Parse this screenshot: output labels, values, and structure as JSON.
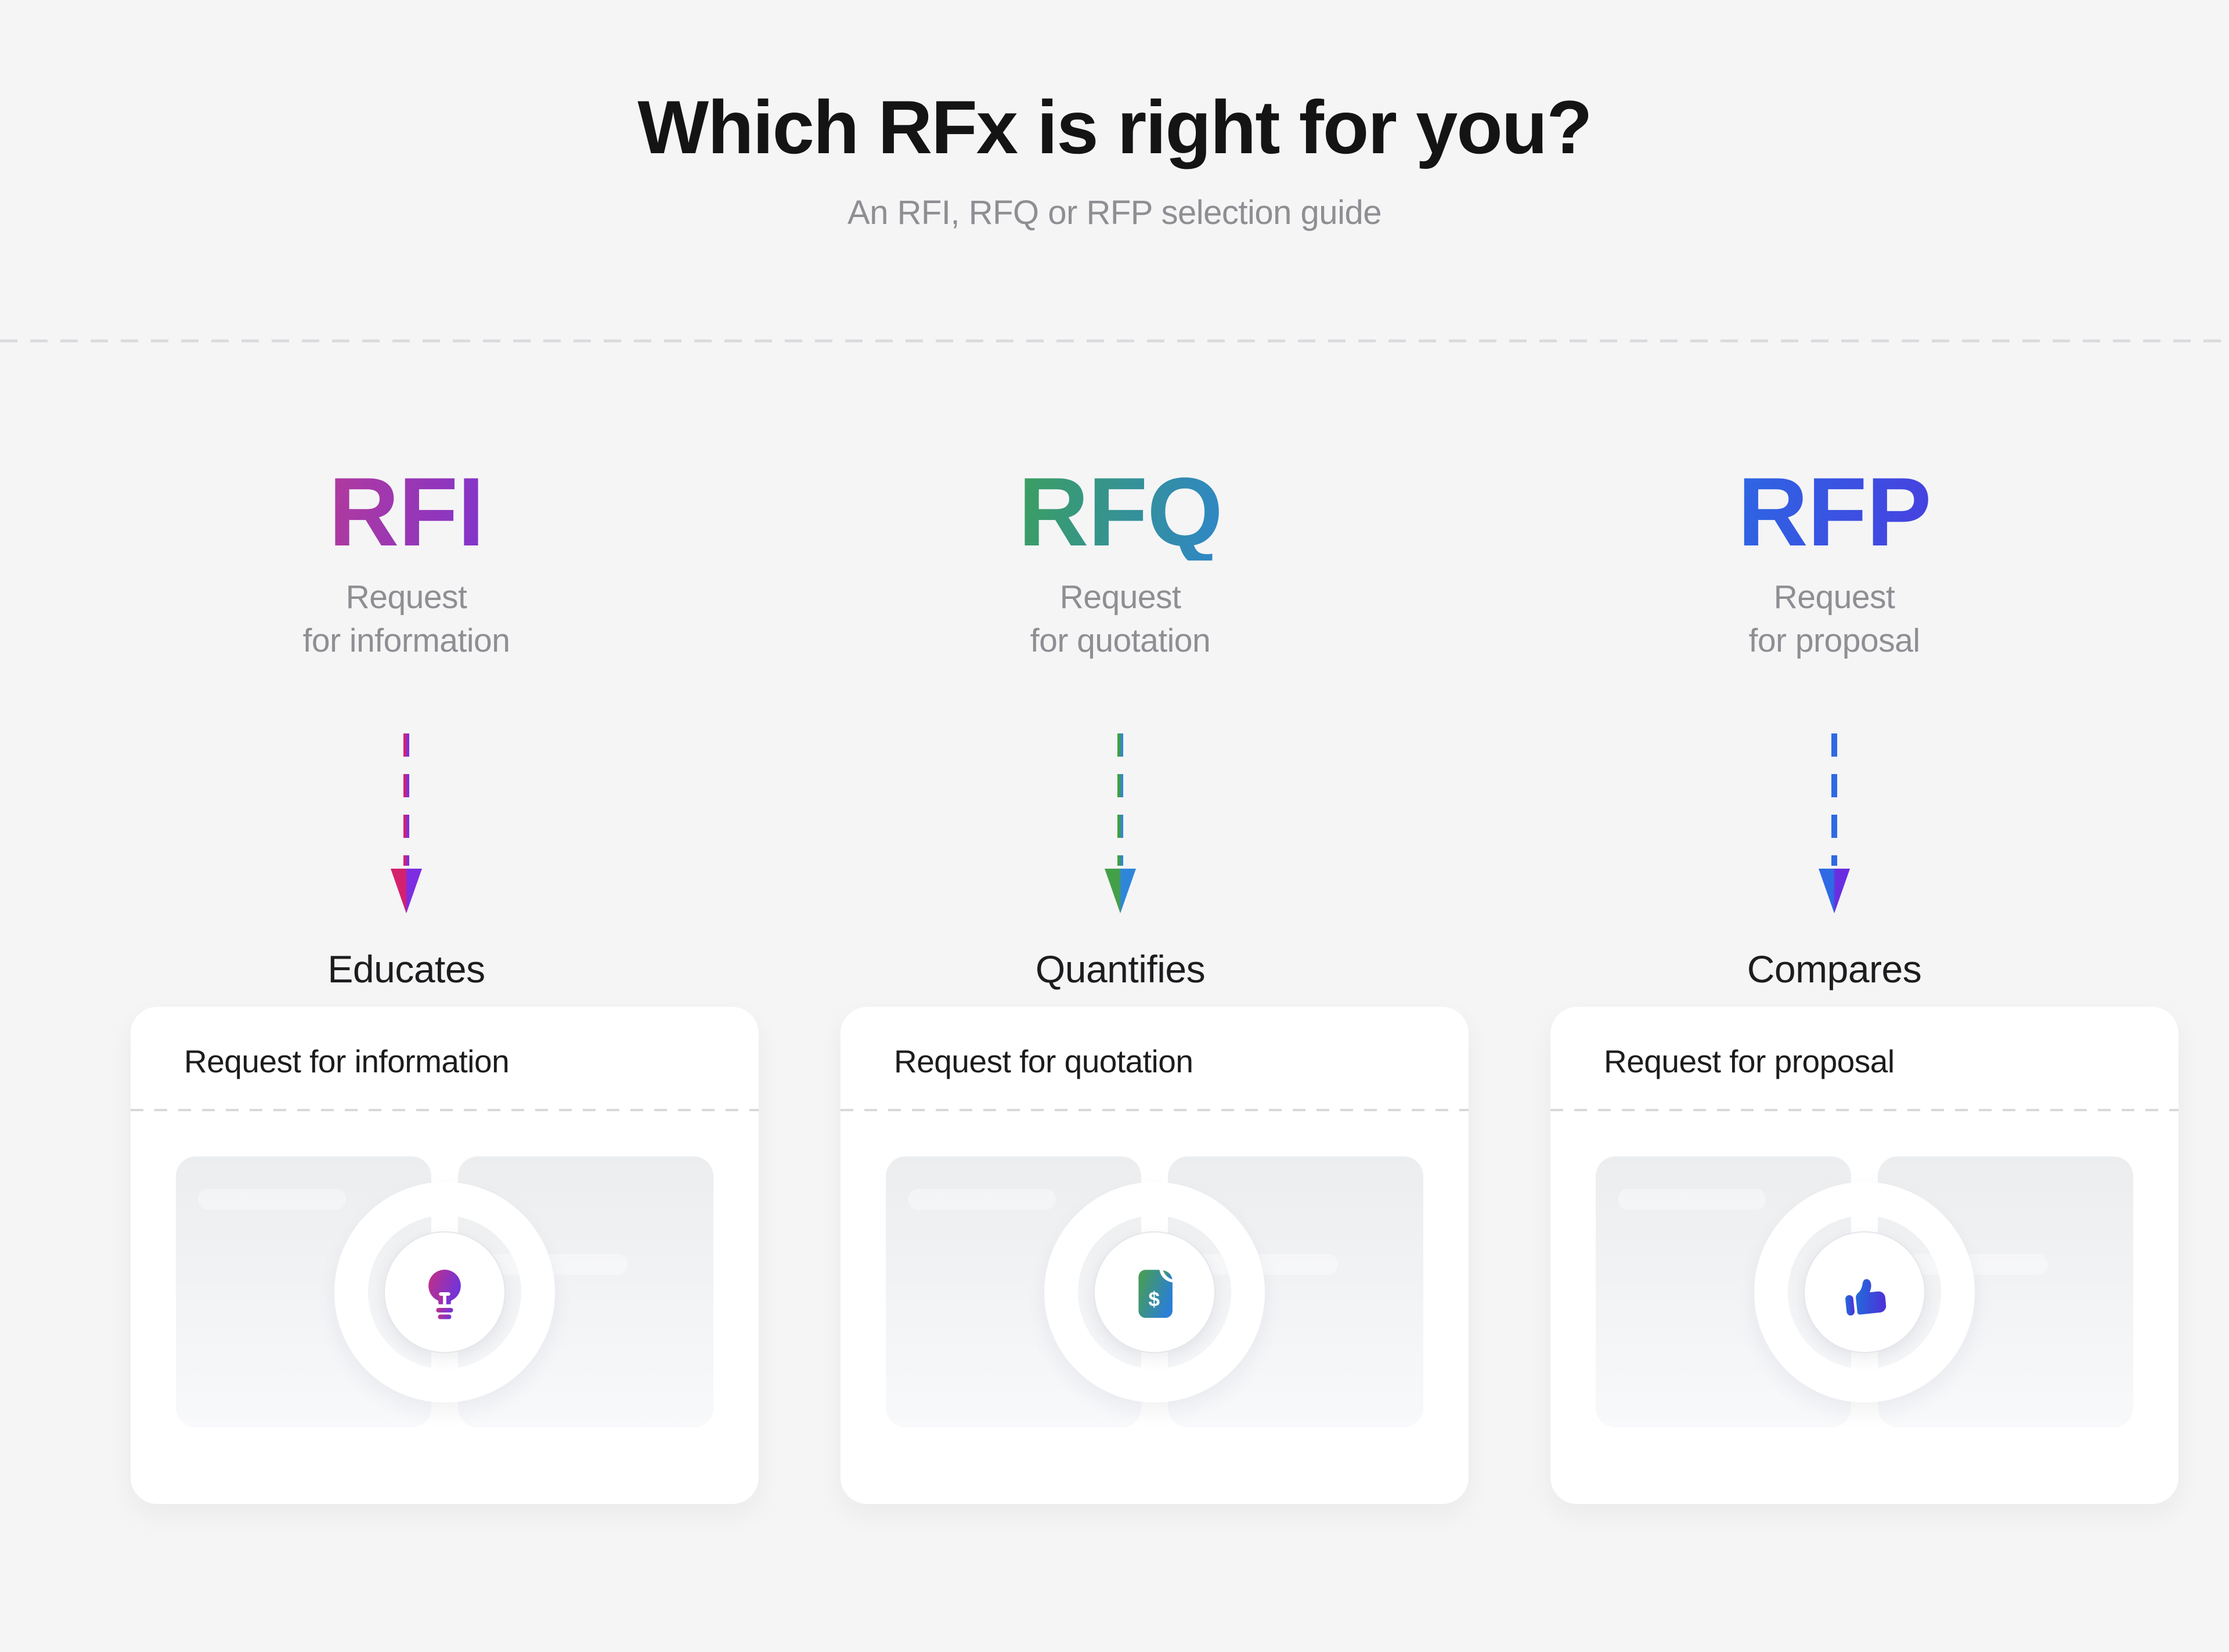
{
  "header": {
    "title": "Which RFx is right for you?",
    "subtitle": "An RFI, RFQ or RFP selection guide"
  },
  "columns": [
    {
      "acronym": "RFI",
      "full_name_line1": "Request",
      "full_name_line2": "for information",
      "action": "Educates",
      "color_start": "#b23a9c",
      "color_end": "#8134cc",
      "arrow_color_start": "#d4216e",
      "arrow_color_end": "#7d2ee2",
      "icon": "lightbulb-icon"
    },
    {
      "acronym": "RFQ",
      "full_name_line1": "Request",
      "full_name_line2": "for quotation",
      "action": "Quantifies",
      "color_start": "#3b9f5e",
      "color_end": "#2f86c9",
      "arrow_color_start": "#3f9f44",
      "arrow_color_end": "#2f86d9",
      "icon": "dollar-document-icon"
    },
    {
      "acronym": "RFP",
      "full_name_line1": "Request",
      "full_name_line2": "for proposal",
      "action": "Compares",
      "color_start": "#2d66e3",
      "color_end": "#4740e0",
      "arrow_color_start": "#2e6ae4",
      "arrow_color_end": "#6a2ee0",
      "icon": "thumbs-up-icon"
    }
  ],
  "cards": [
    {
      "title": "Request for information",
      "icon": "lightbulb-icon"
    },
    {
      "title": "Request for quotation",
      "icon": "dollar-document-icon"
    },
    {
      "title": "Request for proposal",
      "icon": "thumbs-up-icon"
    }
  ],
  "colors": {
    "background": "#f5f5f6",
    "card_background": "#ffffff",
    "title_text": "#141414",
    "subtitle_text": "#8e8e93",
    "action_text": "#1d1d1f",
    "divider_dash": "#dcdcde",
    "panel_top": "#ebedef",
    "panel_bottom": "#f8f9fb",
    "lightbulb_gradient": [
      "#c62e83",
      "#7334d8"
    ],
    "dollar_document_gradient": [
      "#4aa04b",
      "#2b7fd4"
    ],
    "thumbs_up_gradient": [
      "#1f6fdb",
      "#4a36d8"
    ]
  }
}
